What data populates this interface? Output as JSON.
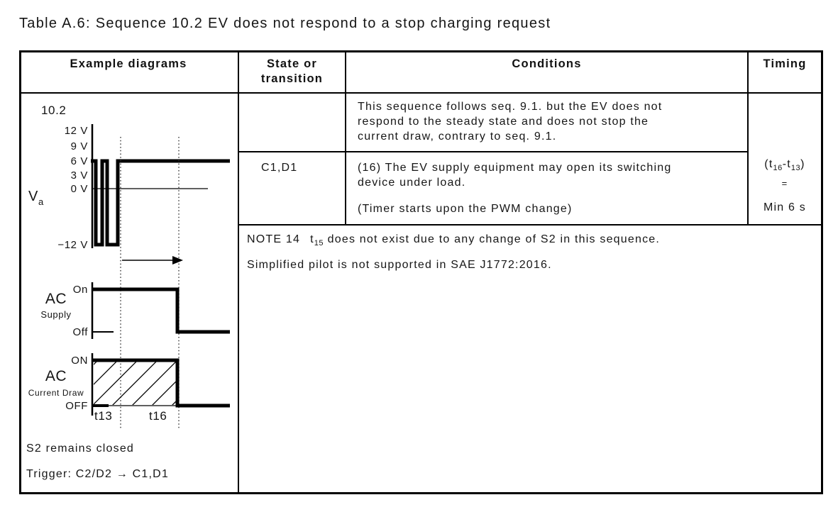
{
  "title": "Table A.6: Sequence 10.2 EV does not respond to a stop charging request",
  "table": {
    "headers": {
      "diagrams": "Example diagrams",
      "state": "State or\ntransition",
      "conditions": "Conditions",
      "timing": "Timing"
    },
    "row1": {
      "conditions": "This sequence follows seq. 9.1. but the EV does not\nrespond to the steady state and does not stop the\ncurrent draw, contrary to seq. 9.1."
    },
    "row2": {
      "state": "C1,D1",
      "condition_a": "(16) The EV supply equipment may open its switching\ndevice under load.",
      "condition_b": "(Timer starts upon the PWM change)"
    },
    "timing_cell": {
      "open": "(t",
      "sub1": "16",
      "mid": "-t",
      "sub2": "13",
      "close": ")",
      "equals": "=",
      "value": "Min 6 s"
    },
    "note": {
      "label": "NOTE 14",
      "t": "t",
      "t_sub": "15",
      "text": " does not exist due to any change of S2 in this sequence.",
      "line2": "Simplified pilot is not supported in SAE J1772:2016."
    }
  },
  "diagram": {
    "seq": "10.2",
    "levels": {
      "v12": "12 V",
      "v9": "9 V",
      "v6": "6 V",
      "v3": "3 V",
      "v0": "0 V",
      "vn12": "−12 V"
    },
    "va": {
      "base": "V",
      "sub": "a"
    },
    "supply": {
      "on": "On",
      "name": "AC",
      "label": "Supply",
      "off": "Off"
    },
    "current": {
      "on": "ON",
      "name": "AC",
      "label": "Current Draw",
      "off": "OFF"
    },
    "t13": "t13",
    "t16": "t16",
    "s2_note": "S2 remains closed",
    "trigger": "Trigger: C2/D2 → C1,D1"
  },
  "colors": {
    "ink": "#111111",
    "paper": "#ffffff"
  }
}
